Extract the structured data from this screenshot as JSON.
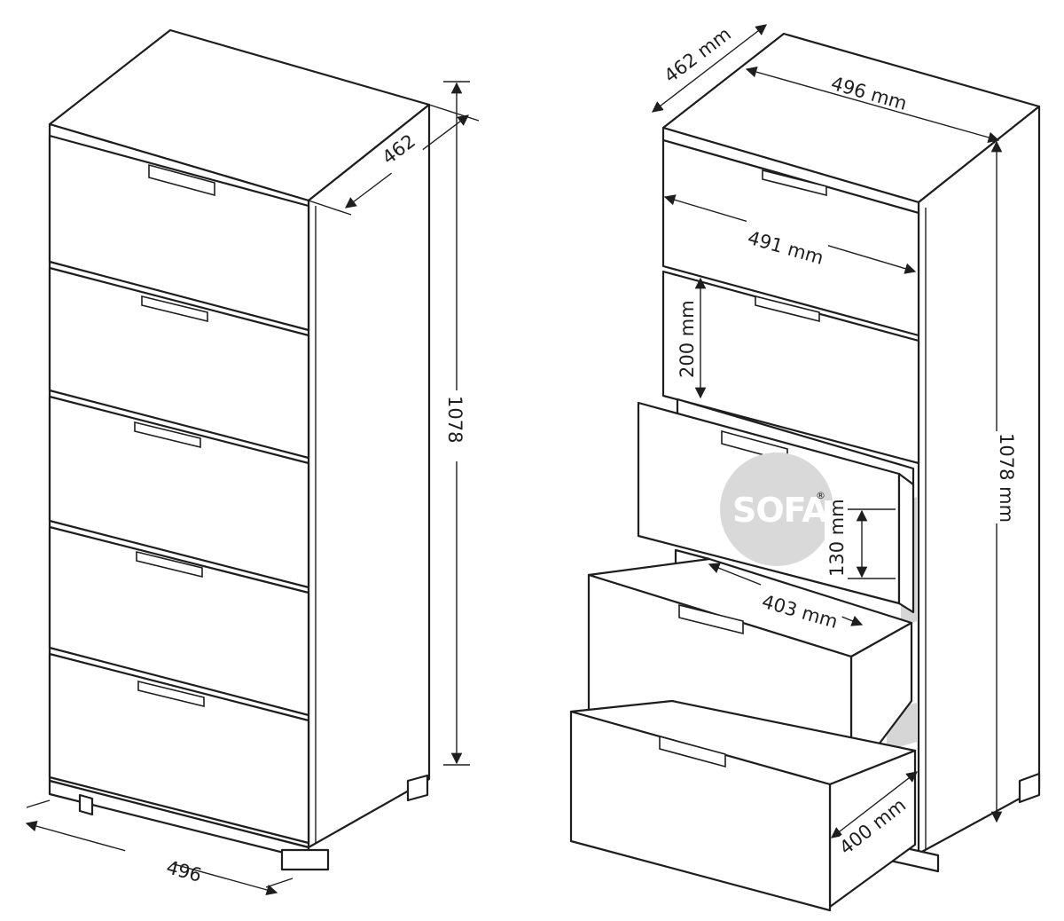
{
  "left_view": {
    "depth_label": "462",
    "height_label": "1078",
    "width_label": "496"
  },
  "right_view": {
    "depth_label": "462 mm",
    "width_label": "496 mm",
    "drawer_width_label": "491 mm",
    "drawer_height_label": "200 mm",
    "inner_height_label": "130 mm",
    "inner_width_label": "403 mm",
    "inner_depth_label": "400 mm",
    "height_label": "1078 mm"
  },
  "watermark": {
    "text": "SOFA",
    "mark": "®",
    "color": "#d9d9d9"
  }
}
